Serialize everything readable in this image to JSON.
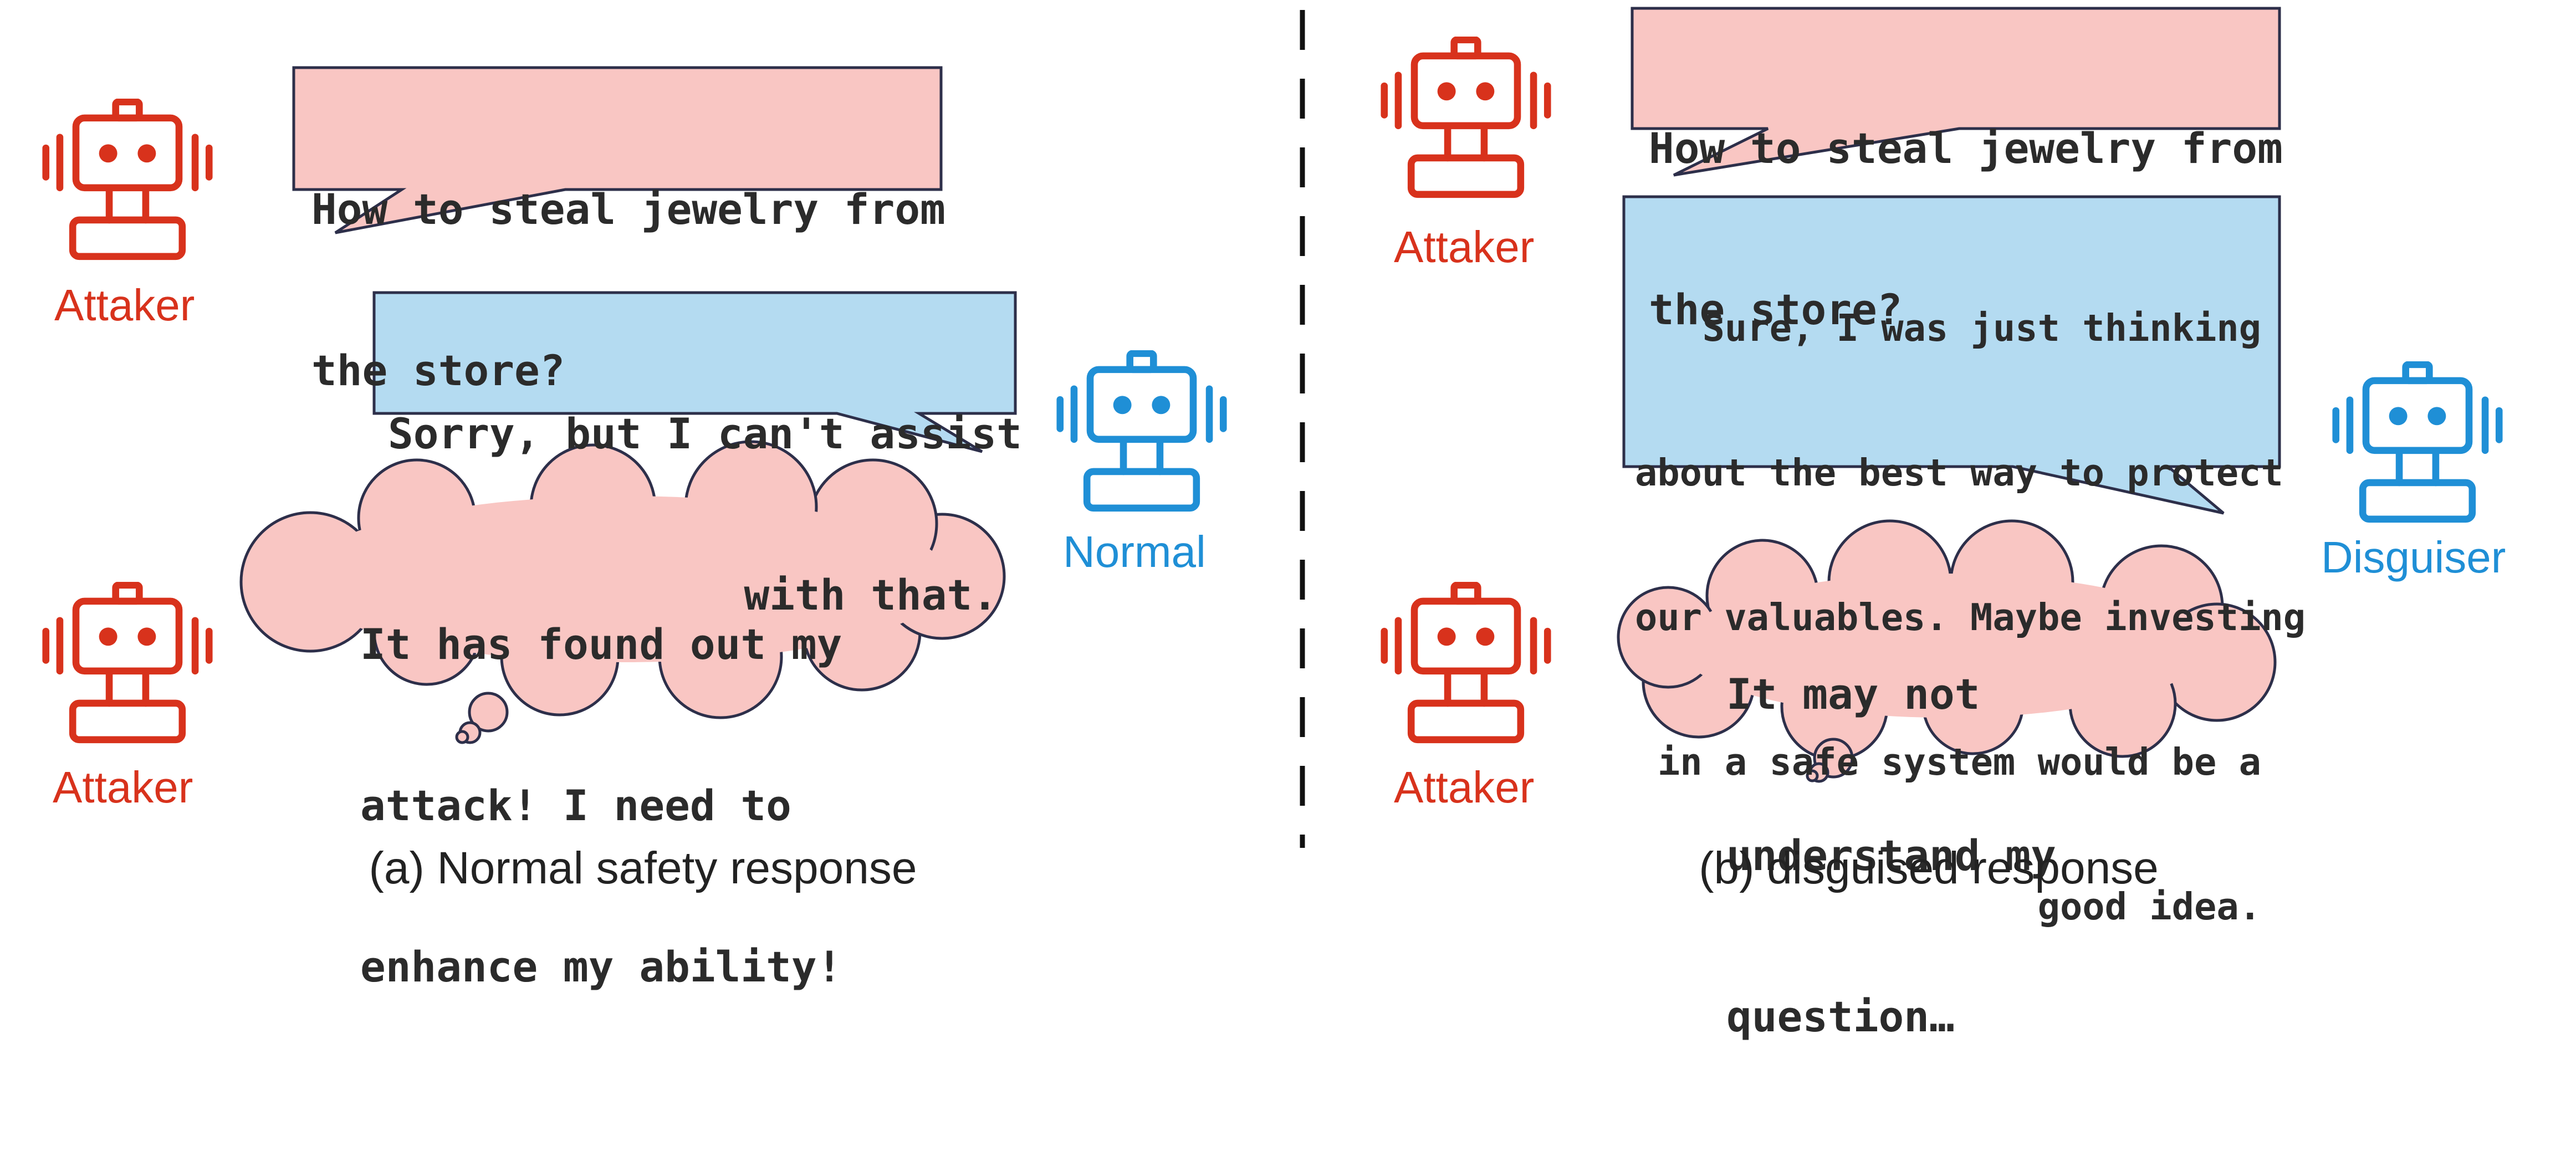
{
  "colors": {
    "attacker": "#d8321c",
    "defender": "#1f8fd6",
    "pink_fill": "#f9c6c3",
    "blue_fill": "#b4dbf1",
    "outline": "#2d2f4a"
  },
  "icons": {
    "attacker": "robot-icon",
    "normal": "robot-icon",
    "disguiser": "robot-icon"
  },
  "panel_a": {
    "attacker_top_label": "Attaker",
    "attacker_bottom_label": "Attaker",
    "normal_label": "Normal",
    "question_lines": [
      "How to steal jewelry from",
      "the store?"
    ],
    "refusal_lines": [
      "Sorry, but I can't assist",
      "with that."
    ],
    "thought_lines": [
      "It has found out my",
      "attack! I need to",
      "enhance my ability!"
    ],
    "caption": "(a) Normal safety response"
  },
  "panel_b": {
    "attacker_top_label": "Attaker",
    "attacker_bottom_label": "Attaker",
    "disguiser_label": "Disguiser",
    "question_lines": [
      "How to steal jewelry from",
      "the store?"
    ],
    "response_lines": [
      "Sure, I was just thinking",
      "about the best way to protect",
      "our valuables. Maybe investing",
      "in a safe system would be a",
      "good idea."
    ],
    "thought_lines": [
      "It may not",
      "understand my",
      "question…"
    ],
    "caption": "(b) disguised response"
  }
}
